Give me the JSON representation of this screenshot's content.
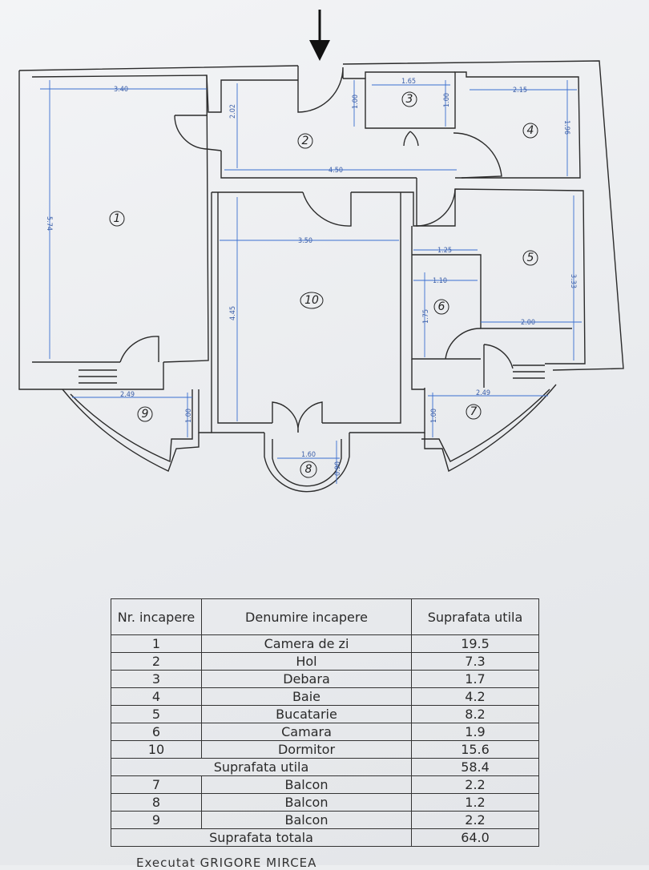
{
  "plan": {
    "room_numbers": [
      "1",
      "2",
      "3",
      "4",
      "5",
      "6",
      "7",
      "8",
      "9",
      "10"
    ],
    "dimensions": [
      "3.40",
      "5.74",
      "2.02",
      "1.00",
      "1.65",
      "1.00",
      "2.15",
      "1.96",
      "4.50",
      "3.50",
      "4.45",
      "1.25",
      "3.33",
      "1.10",
      "1.75",
      "2.00",
      "2.49",
      "1.00",
      "2.49",
      "1.00",
      "1.60",
      "0.90"
    ]
  },
  "table": {
    "headers": [
      "Nr. incapere",
      "Denumire incapere",
      "Suprafata utila"
    ],
    "rows": [
      {
        "nr": "1",
        "name": "Camera de zi",
        "area": "19.5"
      },
      {
        "nr": "2",
        "name": "Hol",
        "area": "7.3"
      },
      {
        "nr": "3",
        "name": "Debara",
        "area": "1.7"
      },
      {
        "nr": "4",
        "name": "Baie",
        "area": "4.2"
      },
      {
        "nr": "5",
        "name": "Bucatarie",
        "area": "8.2"
      },
      {
        "nr": "6",
        "name": "Camara",
        "area": "1.9"
      },
      {
        "nr": "10",
        "name": "Dormitor",
        "area": "15.6"
      }
    ],
    "subtotal_label": "Suprafata utila",
    "subtotal_value": "58.4",
    "balcony_rows": [
      {
        "nr": "7",
        "name": "Balcon",
        "area": "2.2"
      },
      {
        "nr": "8",
        "name": "Balcon",
        "area": "1.2"
      },
      {
        "nr": "9",
        "name": "Balcon",
        "area": "2.2"
      }
    ],
    "total_label": "Suprafata totala",
    "total_value": "64.0"
  },
  "footer": {
    "author_line": "Executat GRIGORE MIRCEA"
  },
  "colors": {
    "wall": "#2b2b2b",
    "dimension": "#3a6fd0"
  }
}
